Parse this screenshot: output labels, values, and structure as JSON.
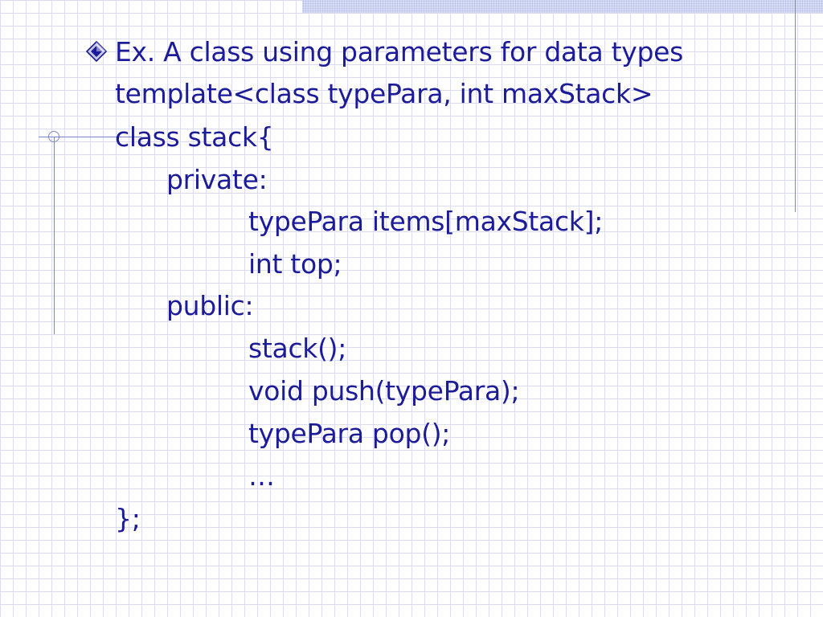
{
  "slide": {
    "bullet_icon": "diamond-bullet-icon",
    "lines": [
      "Ex. A class using parameters for data types",
      "template<class typePara, int maxStack>",
      "class stack{",
      "private:",
      "typePara items[maxStack];",
      "int top;",
      "public:",
      "stack();",
      "void push(typePara);",
      "typePara pop();",
      "…",
      "};"
    ]
  },
  "colors": {
    "text": "#1c1c9a",
    "grid": "#dcdcf0",
    "guide": "#7f86c8"
  }
}
